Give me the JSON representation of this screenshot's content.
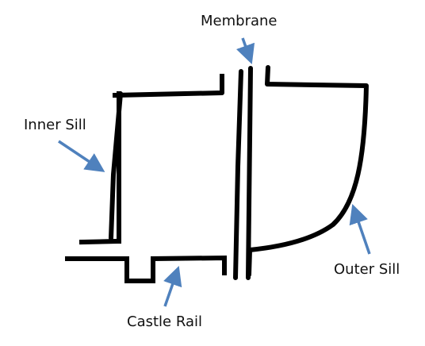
{
  "labels": {
    "membrane": "Membrane",
    "inner_sill": "Inner Sill",
    "outer_sill": "Outer Sill",
    "castle_rail": "Castle Rail"
  },
  "colors": {
    "outline": "#000000",
    "arrow": "#4f81bd",
    "background": "#ffffff"
  }
}
